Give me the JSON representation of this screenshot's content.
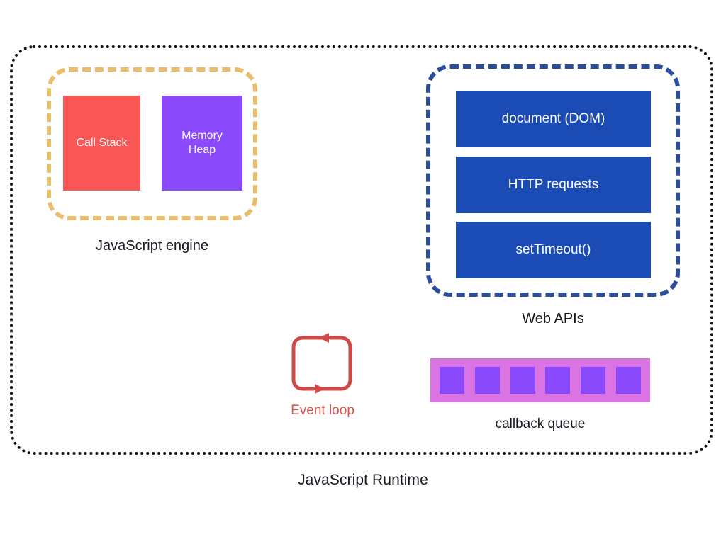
{
  "diagram": {
    "outer": {
      "label": "JavaScript Runtime",
      "border_color": "#111111",
      "border_style": "dotted"
    },
    "engine": {
      "label": "JavaScript engine",
      "border_color": "#e9bd6c",
      "border_style": "dashed",
      "boxes": [
        {
          "label": "Call Stack",
          "color": "#fb5757",
          "text_color": "#ffffff"
        },
        {
          "label": "Memory\nHeap",
          "color": "#8a4afb",
          "text_color": "#ffffff"
        }
      ]
    },
    "web_apis": {
      "label": "Web APIs",
      "border_color": "#2b4d9b",
      "border_style": "dashed",
      "items": [
        {
          "label": "document (DOM)",
          "color": "#1b4bb5",
          "text_color": "#ffffff"
        },
        {
          "label": "HTTP requests",
          "color": "#1b4bb5",
          "text_color": "#ffffff"
        },
        {
          "label": "setTimeout()",
          "color": "#1b4bb5",
          "text_color": "#ffffff"
        }
      ]
    },
    "event_loop": {
      "label": "Event loop",
      "color": "#cf4a47",
      "label_color": "#d9534f",
      "icon": "circular-loop-arrows-icon",
      "direction": "counter-clockwise"
    },
    "callback_queue": {
      "label": "callback queue",
      "bar_color": "#d974e2",
      "slot_color": "#8a4afb",
      "slot_count": 6,
      "slots": [
        "",
        "",
        "",
        "",
        "",
        ""
      ]
    }
  }
}
